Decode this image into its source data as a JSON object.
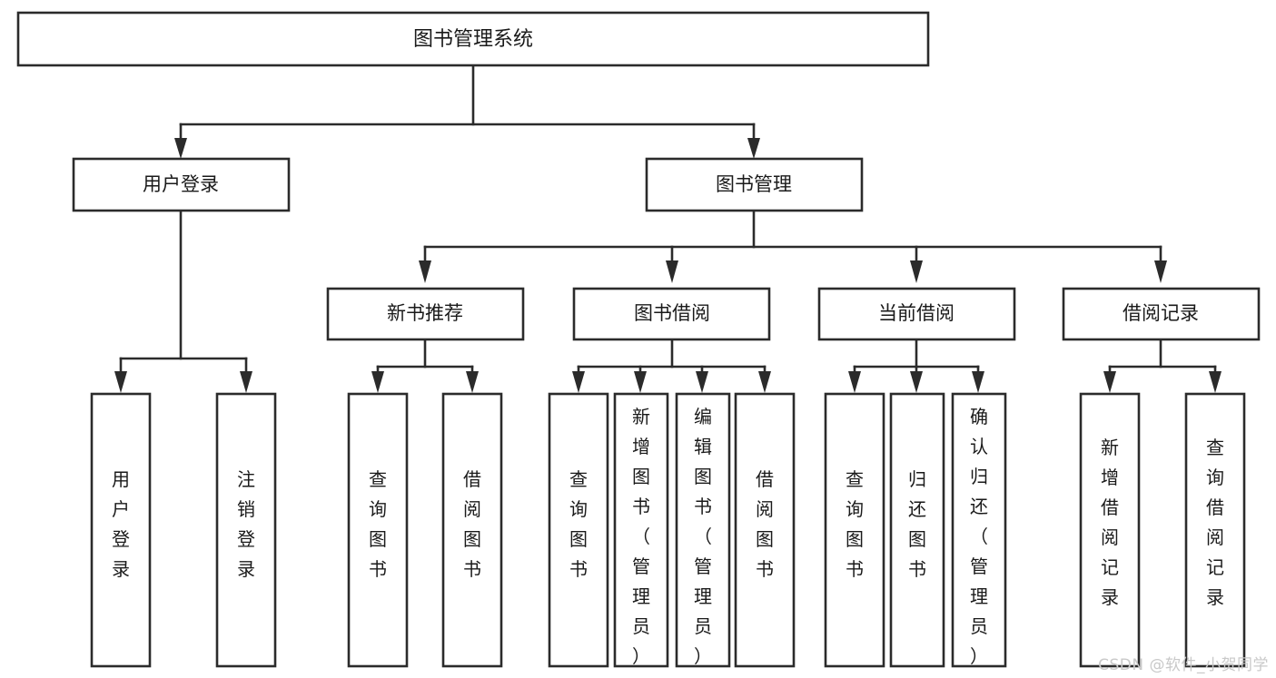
{
  "diagram": {
    "type": "tree-hierarchy-chart",
    "title": "图书管理系统",
    "watermark": "CSDN @软件_小贺同学",
    "colors": {
      "box_stroke": "#2b2b2b",
      "box_fill": "#ffffff",
      "text": "#1a1a1a",
      "background": "#ffffff",
      "watermark": "#c9c9c9"
    },
    "levels": [
      {
        "level": 0,
        "nodes": [
          {
            "id": "root",
            "label": "图书管理系统",
            "orientation": "horizontal"
          }
        ]
      },
      {
        "level": 1,
        "nodes": [
          {
            "id": "user-login",
            "label": "用户登录",
            "orientation": "horizontal",
            "parent": "root"
          },
          {
            "id": "book-manage",
            "label": "图书管理",
            "orientation": "horizontal",
            "parent": "root"
          }
        ]
      },
      {
        "level": 2,
        "nodes": [
          {
            "id": "new-book-rec",
            "label": "新书推荐",
            "orientation": "horizontal",
            "parent": "book-manage"
          },
          {
            "id": "book-borrow",
            "label": "图书借阅",
            "orientation": "horizontal",
            "parent": "book-manage"
          },
          {
            "id": "current-borrow",
            "label": "当前借阅",
            "orientation": "horizontal",
            "parent": "book-manage"
          },
          {
            "id": "borrow-record",
            "label": "借阅记录",
            "orientation": "horizontal",
            "parent": "book-manage"
          }
        ]
      },
      {
        "level": 3,
        "nodes": [
          {
            "id": "leaf-user-login",
            "label": "用户登录",
            "orientation": "vertical",
            "parent": "user-login"
          },
          {
            "id": "leaf-logout",
            "label": "注销登录",
            "orientation": "vertical",
            "parent": "user-login"
          },
          {
            "id": "leaf-query-book-1",
            "label": "查询图书",
            "orientation": "vertical",
            "parent": "new-book-rec"
          },
          {
            "id": "leaf-borrow-book-1",
            "label": "借阅图书",
            "orientation": "vertical",
            "parent": "new-book-rec"
          },
          {
            "id": "leaf-query-book-2",
            "label": "查询图书",
            "orientation": "vertical",
            "parent": "book-borrow"
          },
          {
            "id": "leaf-add-book",
            "label": "新增图书（管理员）",
            "orientation": "vertical",
            "parent": "book-borrow"
          },
          {
            "id": "leaf-edit-book",
            "label": "编辑图书（管理员）",
            "orientation": "vertical",
            "parent": "book-borrow"
          },
          {
            "id": "leaf-borrow-book-2",
            "label": "借阅图书",
            "orientation": "vertical",
            "parent": "book-borrow"
          },
          {
            "id": "leaf-query-book-3",
            "label": "查询图书",
            "orientation": "vertical",
            "parent": "current-borrow"
          },
          {
            "id": "leaf-return-book",
            "label": "归还图书",
            "orientation": "vertical",
            "parent": "current-borrow"
          },
          {
            "id": "leaf-confirm-return",
            "label": "确认归还（管理员）",
            "orientation": "vertical",
            "parent": "current-borrow"
          },
          {
            "id": "leaf-add-record",
            "label": "新增借阅记录",
            "orientation": "vertical",
            "parent": "borrow-record"
          },
          {
            "id": "leaf-query-record",
            "label": "查询借阅记录",
            "orientation": "vertical",
            "parent": "borrow-record"
          }
        ]
      }
    ]
  }
}
